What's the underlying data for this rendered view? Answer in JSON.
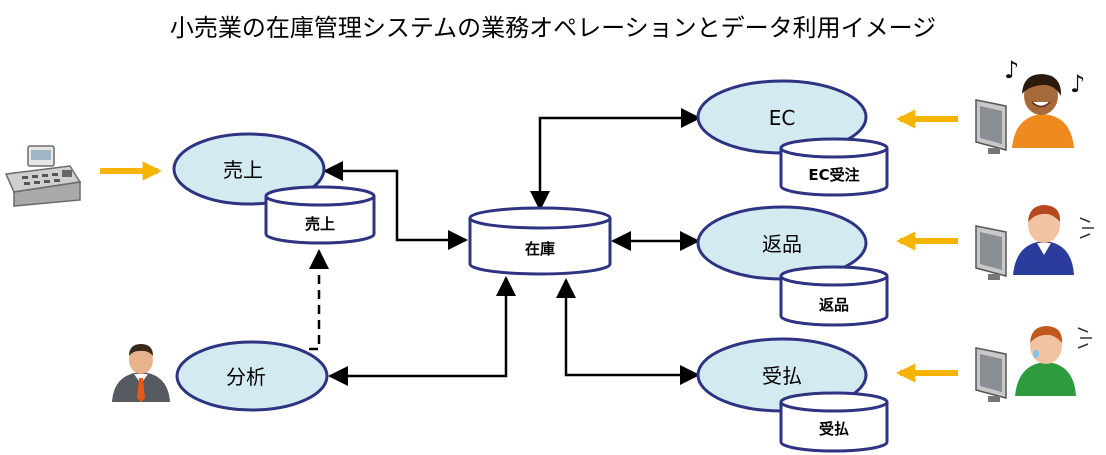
{
  "title": "小売業の在庫管理システムの業務オペレーションとデータ利用イメージ",
  "nodes": {
    "sales": "売上",
    "ec": "EC",
    "returns": "返品",
    "receipt": "受払",
    "analysis": "分析"
  },
  "databases": {
    "sales": "売上",
    "inventory": "在庫",
    "ec_order": "EC受注",
    "returns": "返品",
    "receipt": "受払"
  },
  "icons": {
    "register": "cash-register-icon",
    "analyst": "businessman-icon",
    "ec_user": "user-at-computer-happy-icon",
    "returns_user": "user-at-computer-worried-icon",
    "receipt_user": "user-at-computer-sweating-icon"
  },
  "colors": {
    "ellipse_fill": "#d4eaf1",
    "outline": "#2e3382",
    "arrow_orange": "#f5b400",
    "connector": "#000000"
  }
}
